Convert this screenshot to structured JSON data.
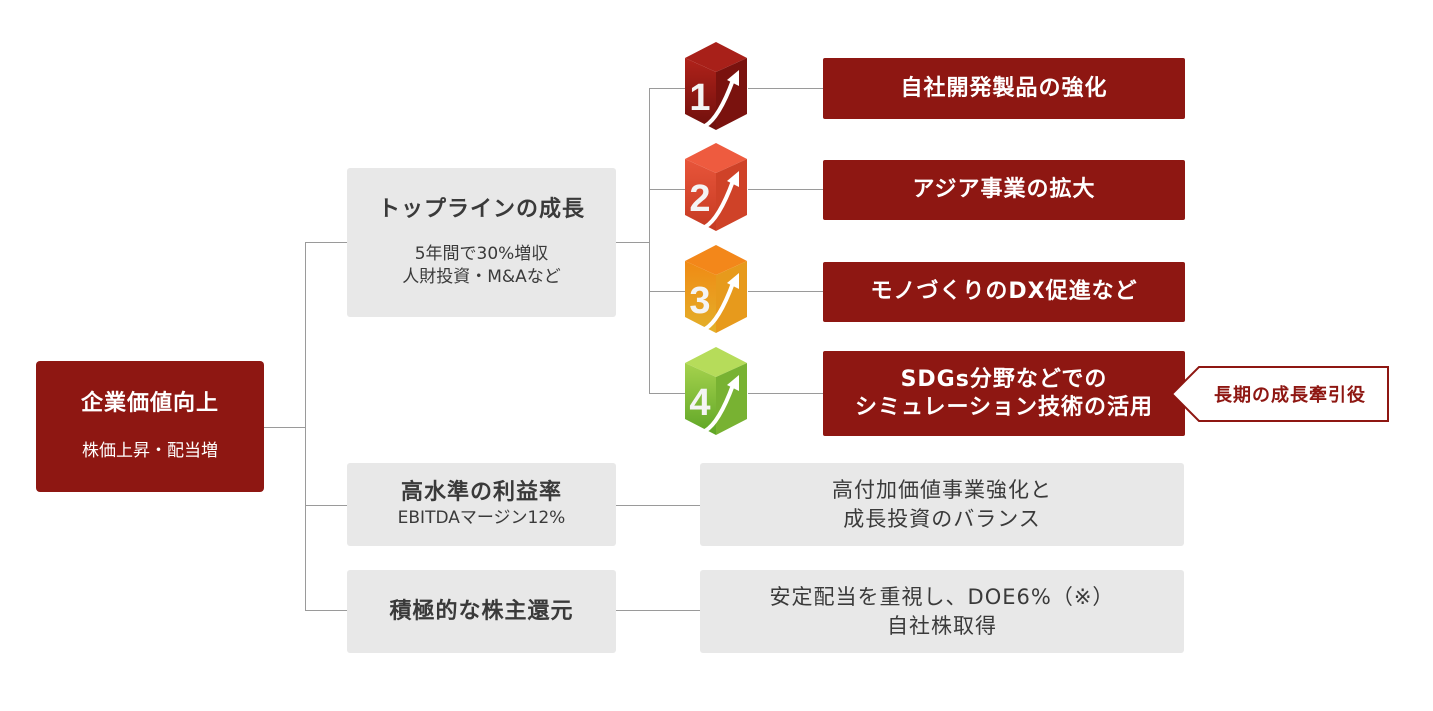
{
  "root": {
    "title": "企業価値向上",
    "subtitle": "株価上昇・配当増"
  },
  "branches": [
    {
      "title": "トップラインの成長",
      "lines": [
        "5年間で30%増収",
        "人財投資・M&Aなど"
      ]
    },
    {
      "title": "高水準の利益率",
      "lines": [
        "EBITDAマージン12%"
      ]
    },
    {
      "title": "積極的な株主還元",
      "lines": []
    }
  ],
  "growth_items": [
    {
      "number": "1",
      "label": "自社開発製品の強化"
    },
    {
      "number": "2",
      "label": "アジア事業の拡大"
    },
    {
      "number": "3",
      "label": "モノづくりのDX促進など"
    },
    {
      "number": "4",
      "label": "SDGs分野などでの",
      "label2": "シミュレーション技術の活用"
    }
  ],
  "callout": "長期の成長牽引役",
  "details": [
    {
      "line1": "高付加価値事業強化と",
      "line2": "成長投資のバランス"
    },
    {
      "line1": "安定配当を重視し、DOE6%（※）",
      "line2": "自社株取得"
    }
  ],
  "colors": {
    "primary_red": "#8e1712",
    "gray_box": "#e8e8e8",
    "cube_1": "#8a1411",
    "cube_2": "#e04a2c",
    "cube_3": "#ef8a12",
    "cube_4": "#8cc63f"
  },
  "icons": [
    "cube-number-arrow-icon"
  ]
}
